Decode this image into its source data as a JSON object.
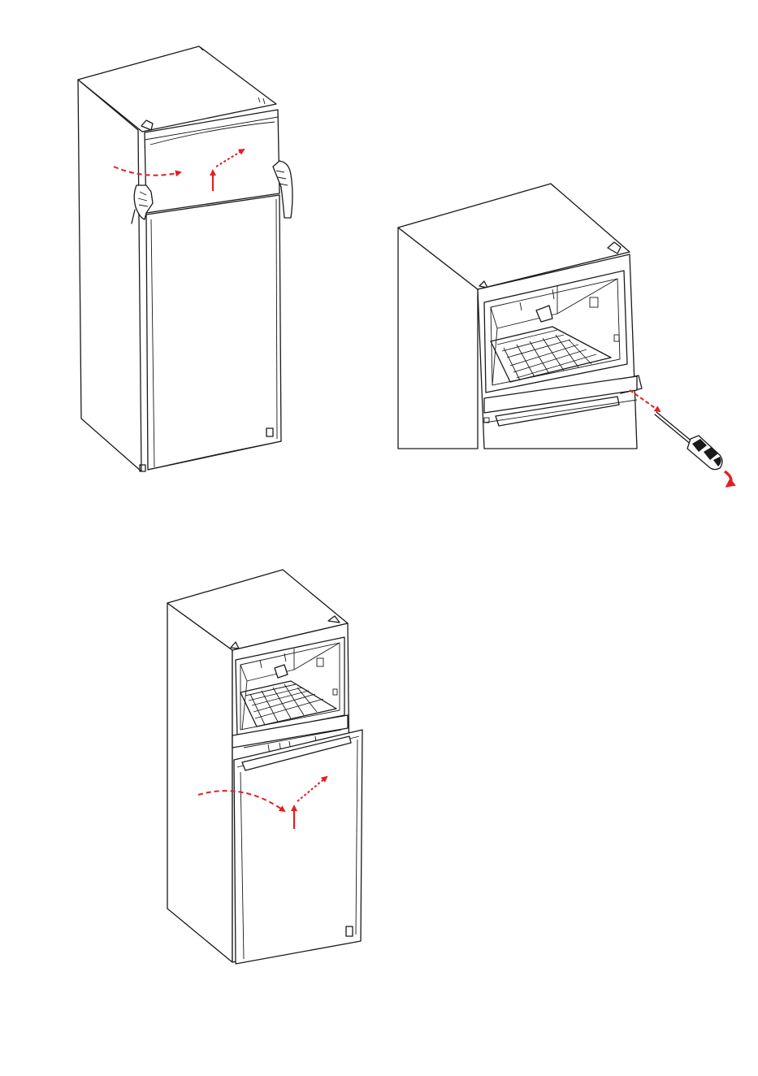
{
  "colors": {
    "line": "#1a1a1a",
    "accent": "#e31e24",
    "background": "#ffffff"
  },
  "figures": [
    {
      "id": "remove-freezer-door",
      "parts": [
        "fridge-closed",
        "hands",
        "swing-arrow",
        "lift-arrow",
        "diagonal-arrow"
      ]
    },
    {
      "id": "unscrew-middle-hinge",
      "parts": [
        "freezer-open",
        "screwdriver",
        "screw-out-arrow",
        "rotate-icon"
      ]
    },
    {
      "id": "remove-fridge-door",
      "parts": [
        "freezer-open",
        "fridge-door-open",
        "swing-arrow",
        "lift-arrow",
        "diagonal-arrow"
      ]
    }
  ]
}
